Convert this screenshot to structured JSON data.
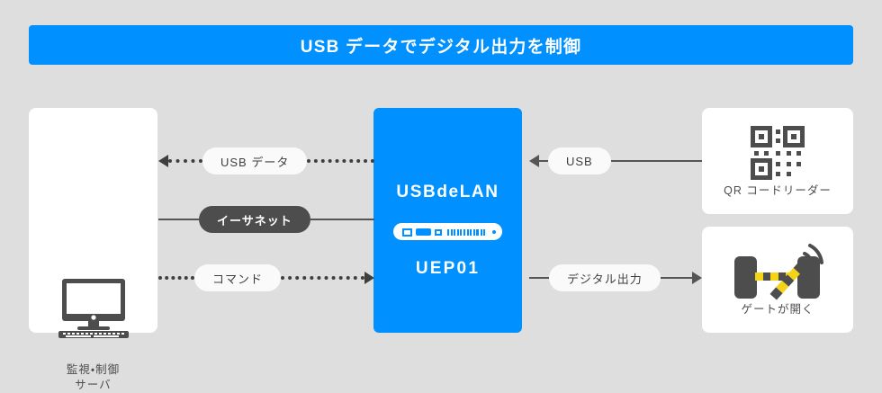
{
  "banner": {
    "title": "USB データでデジタル出力を制御",
    "background_color": "#0090ff",
    "text_color": "#ffffff"
  },
  "page": {
    "background_color": "#dedede"
  },
  "nodes": [
    {
      "id": "server",
      "label": "監視・制御\nサーバ",
      "icon": "desktop-computer-icon",
      "background_color": "#ffffff"
    },
    {
      "id": "device",
      "title": "USBdeLAN",
      "model": "UEP01",
      "icon": "network-device-icon",
      "background_color": "#0090ff",
      "text_color": "#ffffff"
    },
    {
      "id": "qr-reader",
      "label": "QR コードリーダー",
      "icon": "qr-code-icon",
      "background_color": "#ffffff"
    },
    {
      "id": "gate",
      "label": "ゲートが開く",
      "icon": "gate-barrier-icon",
      "background_color": "#ffffff"
    }
  ],
  "connectors": [
    {
      "id": "usb-data",
      "label": "USB データ",
      "style": "dashed",
      "direction": "left",
      "pill_style": "light"
    },
    {
      "id": "ethernet",
      "label": "イーサネット",
      "style": "solid",
      "direction": "none",
      "pill_style": "dark"
    },
    {
      "id": "command",
      "label": "コマンド",
      "style": "dashed",
      "direction": "right",
      "pill_style": "light"
    },
    {
      "id": "usb",
      "label": "USB",
      "style": "solid",
      "direction": "left",
      "pill_style": "light"
    },
    {
      "id": "digital-output",
      "label": "デジタル出力",
      "style": "solid",
      "direction": "right",
      "pill_style": "light"
    }
  ],
  "colors": {
    "accent_blue": "#0090ff",
    "dark_gray": "#4d4d4d",
    "line_gray": "#555555",
    "gate_yellow": "#f5d316"
  }
}
